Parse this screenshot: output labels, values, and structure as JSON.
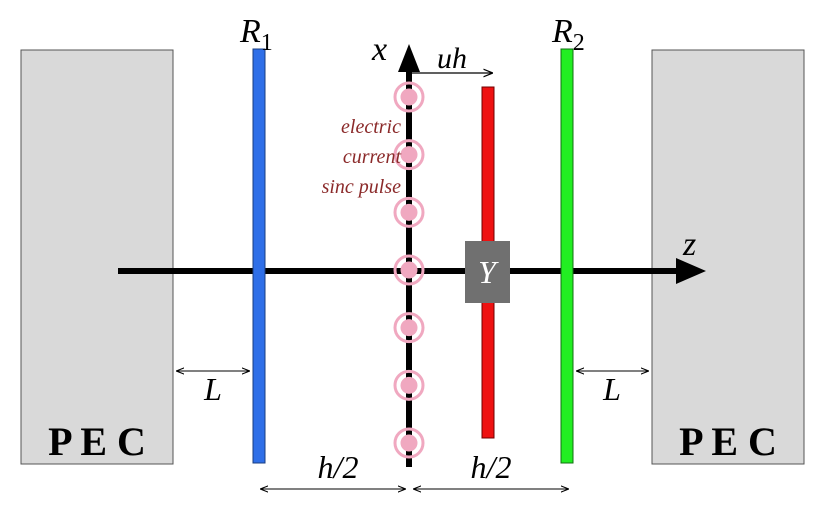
{
  "labels": {
    "r1": "R",
    "r1_sub": "1",
    "r2": "R",
    "r2_sub": "2",
    "x_axis": "x",
    "z_axis": "z",
    "uh": "uh",
    "admittance": "Y",
    "pec_left": "P E C",
    "pec_right": "P E C",
    "gap_left": "L",
    "gap_right": "L",
    "half_left": "h/2",
    "half_right": "h/2",
    "source_line1": "electric",
    "source_line2": "current",
    "source_line3": "sinc pulse"
  },
  "colors": {
    "pec_fill": "#d9d9d9",
    "r1": "#2f6fe8",
    "r2": "#22ee22",
    "moving_sheet": "#ee1111",
    "admittance_box": "#707070",
    "source_circle": "#f0a8c0",
    "source_text": "#8b2a2a"
  },
  "source_count": 7
}
